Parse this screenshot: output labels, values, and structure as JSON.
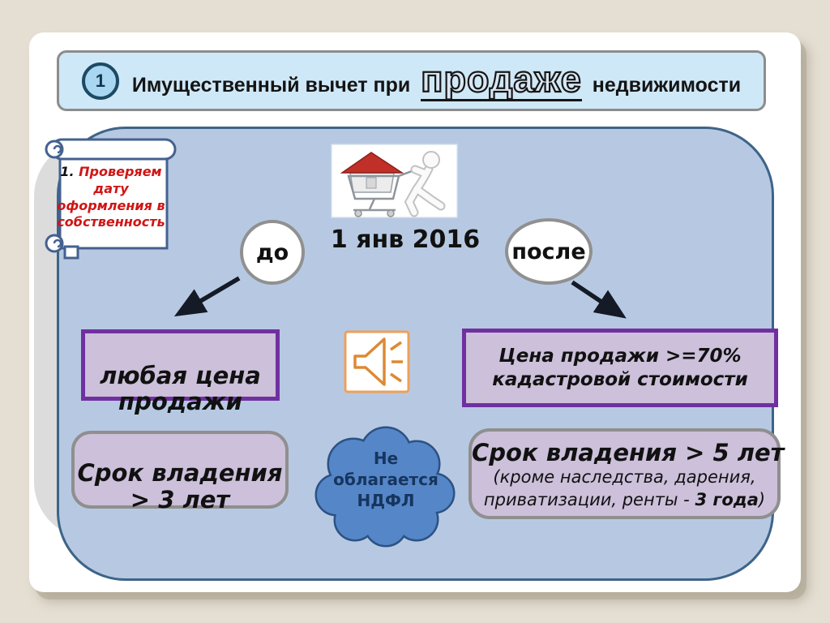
{
  "title": {
    "number": "1",
    "prefix": "Имущественный вычет при",
    "highlight": "продаже",
    "suffix": "недвижимости"
  },
  "note": {
    "number": "1.",
    "text": "Проверяем дату оформления в собственность"
  },
  "timeline": {
    "date": "1 янв 2016",
    "before": "до",
    "after": "после"
  },
  "boxes": {
    "sale_price_any": "любая цена продажи",
    "sale_price_cadastral": "Цена продажи >=70% кадастровой стоимости",
    "ownership_3": "Срок владения > 3 лет",
    "ownership_5_title": "Срок владения > 5 лет",
    "ownership_5_note_line1": "(кроме наследства, дарения,",
    "ownership_5_note_prefix": "приватизации, ренты  - ",
    "ownership_5_note_bold": "3 года",
    "ownership_5_note_suffix": ")",
    "no_tax": "Не облагается НДФЛ"
  },
  "icons": {
    "audio": "speaker-icon",
    "photo": "house-in-cart-image",
    "scroll": "scroll-note-icon"
  },
  "colors": {
    "background": "#e5dfd3",
    "panel_blue": "#b7c9e2",
    "panel_border": "#3d6488",
    "title_bar": "#cfe8f7",
    "purple_border": "#7030a0",
    "purple_fill": "#ccc0da",
    "cloud_blue": "#5586c8",
    "accent_red": "#d01515",
    "roof_red": "#c03028",
    "audio_orange": "#dd8a33"
  }
}
